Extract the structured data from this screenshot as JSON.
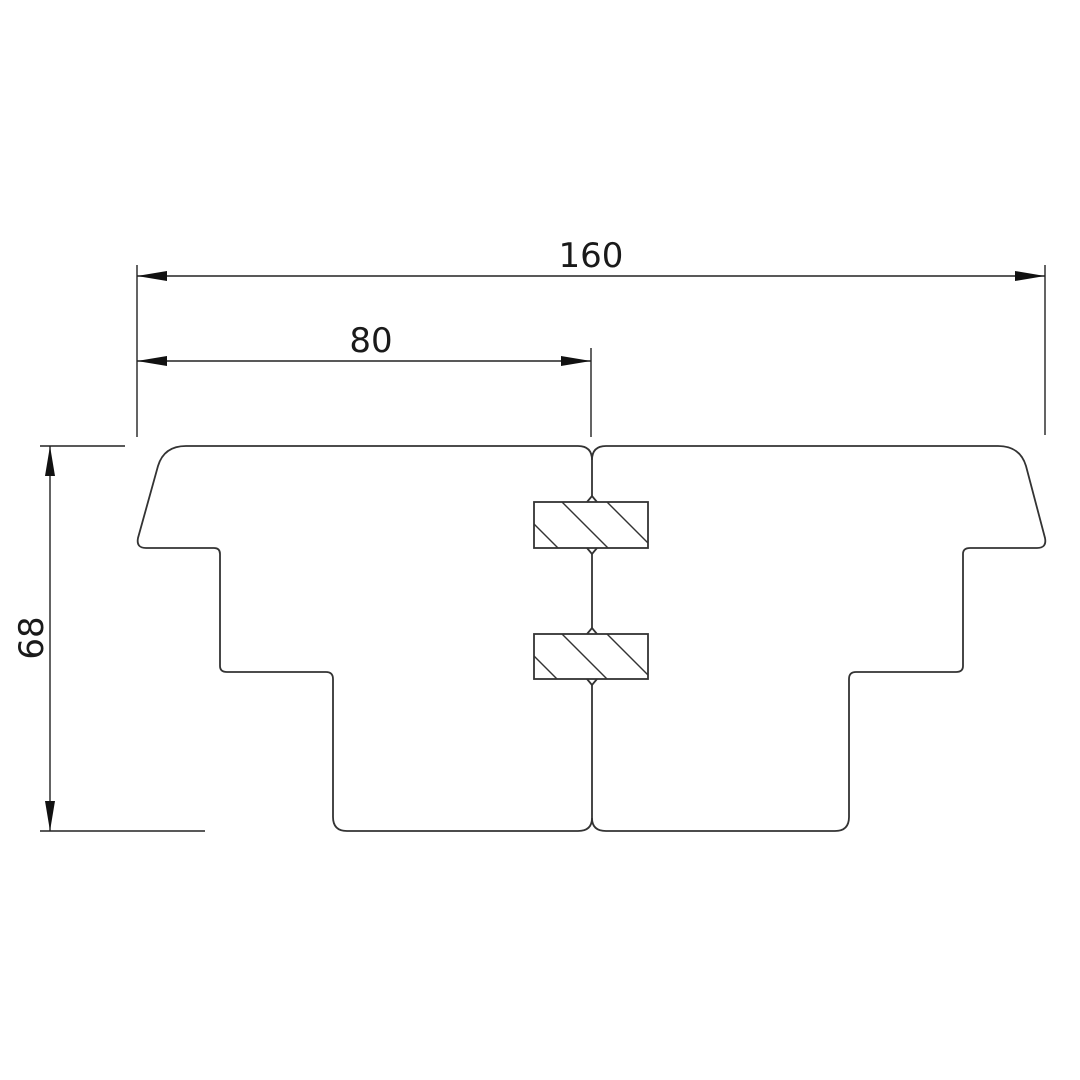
{
  "drawing": {
    "dimensions": {
      "overall_width": "160",
      "half_width": "80",
      "height": "68"
    },
    "colors": {
      "line": "#333333",
      "background": "#ffffff"
    }
  }
}
